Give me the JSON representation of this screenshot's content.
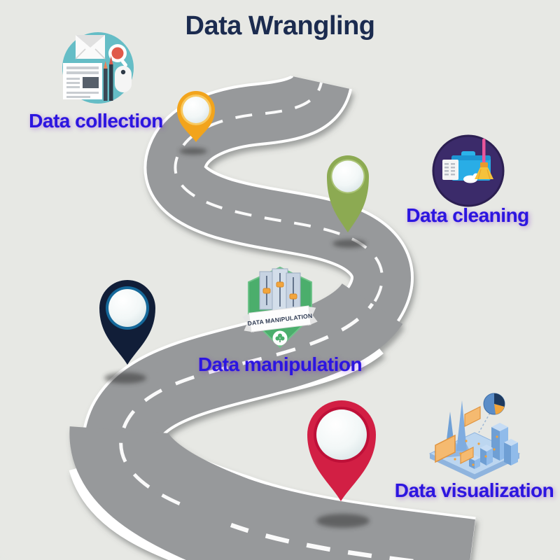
{
  "title": "Data Wrangling",
  "stages": [
    {
      "name": "Data collection",
      "pin_color": "#F2A41C"
    },
    {
      "name": "Data cleaning",
      "pin_color": "#8CAA52"
    },
    {
      "name": "Data manipulation",
      "pin_color": "#111E38",
      "badge_text": "DATA MANIPULATION"
    },
    {
      "name": "Data visualization",
      "pin_color": "#D21F44"
    }
  ],
  "colors": {
    "background": "#E5E6E2",
    "road_surface": "#97999B",
    "road_edge_line": "#FFFFFF",
    "title_text": "#1B2B4F",
    "label_text": "#2B16E0",
    "collection_icon_bg": "#65BDC6",
    "cleaning_icon_bg": "#3B2B6A",
    "manipulation_badge_green": "#4BAE6C",
    "slider_knob_orange": "#F2A53C",
    "broom_handle_pink": "#E8559A",
    "broom_bristle_yellow": "#F5C23C",
    "folder_blue": "#29ADE6",
    "visualization_blue": "#7FB0E4",
    "visualization_orange": "#F5BA70"
  }
}
